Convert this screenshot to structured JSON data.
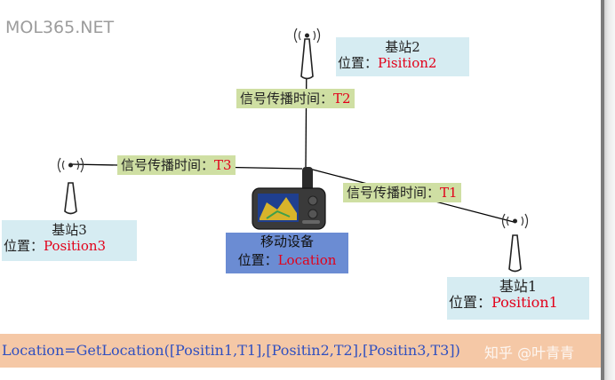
{
  "watermark": "MOL365.NET",
  "stations": {
    "s2": {
      "name": "基站2",
      "pos_label": "位置：",
      "pos_value": "Pisition2"
    },
    "s3": {
      "name": "基站3",
      "pos_label": "位置：",
      "pos_value": "Position3"
    },
    "s1": {
      "name": "基站1",
      "pos_label": "位置：",
      "pos_value": "Position1"
    }
  },
  "signals": {
    "t2": {
      "label": "信号传播时间：",
      "value": "T2"
    },
    "t3": {
      "label": "信号传播时间：",
      "value": "T3"
    },
    "t1": {
      "label": "信号传播时间：",
      "value": "T1"
    }
  },
  "device": {
    "name": "移动设备",
    "pos_label": "位置：",
    "pos_value": "Location"
  },
  "formula": "Location=GetLocation([Positin1,T1],[Positin2,T2],[Positin3,T3])",
  "zhihu_watermark": "知乎 @叶青青",
  "colors": {
    "station_bg": "#d6ecf2",
    "signal_bg": "#cfdfa3",
    "device_bg": "#6b8cd3",
    "formula_bg": "#f5c8a6",
    "value_red": "#e2001a",
    "formula_text": "#3050c0"
  }
}
